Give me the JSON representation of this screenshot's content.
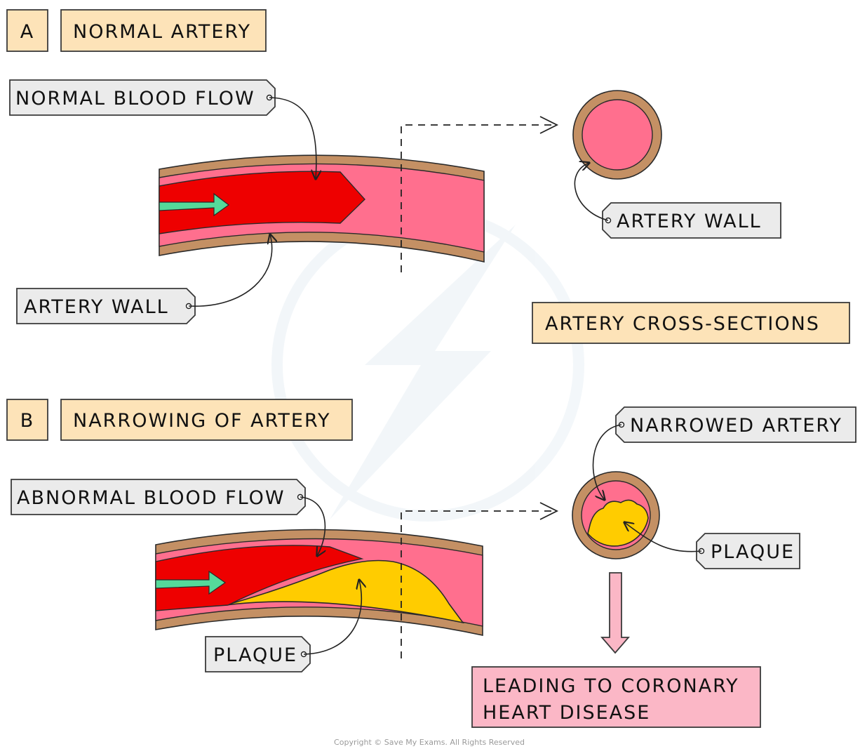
{
  "watermark": "Copyright © Save My Exams. All Rights Reserved",
  "section_a": {
    "letter": "A",
    "title": "NORMAL ARTERY",
    "flow_label": "NORMAL BLOOD FLOW",
    "wall_label": "ARTERY WALL",
    "cross_wall_label": "ARTERY WALL"
  },
  "cross_sections_title": "ARTERY CROSS-SECTIONS",
  "section_b": {
    "letter": "B",
    "title": "NARROWING OF ARTERY",
    "flow_label": "ABNORMAL BLOOD FLOW",
    "plaque_label": "PLAQUE",
    "narrowed_label": "NARROWED ARTERY",
    "cross_plaque_label": "PLAQUE"
  },
  "outcome": {
    "line1": "LEADING TO CORONARY",
    "line2": "HEART DISEASE"
  },
  "colors": {
    "wall": "#c49064",
    "lumen": "#ff6f8e",
    "blood": "#ee0000",
    "plaque": "#ffcc00",
    "flow_arrow": "#55d99a",
    "heading_box": "#fde3b8",
    "label_box": "#ebebeb",
    "outcome_box": "#fbb7c6"
  }
}
